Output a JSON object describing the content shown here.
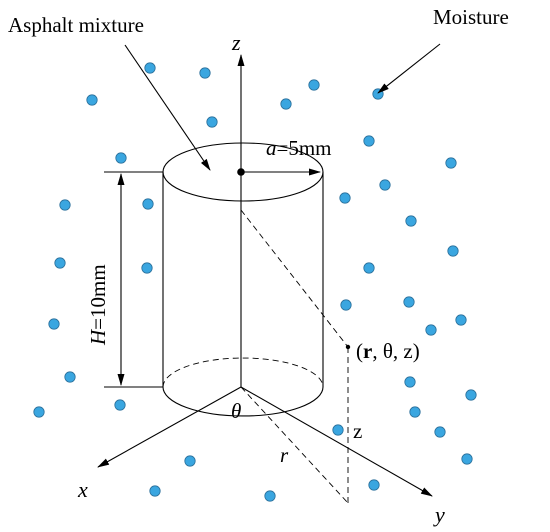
{
  "labels": {
    "asphalt": "Asphalt mixture",
    "moisture": "Moisture",
    "radius_var": "a",
    "radius_val": "=5mm",
    "height_var": "H",
    "height_val": "=10mm",
    "axis_z": "z",
    "axis_x": "x",
    "axis_y": "y",
    "theta": "θ",
    "r": "r",
    "z_measure": "z",
    "point_open": "(",
    "point_r": "r",
    "point_rest": ", θ, z)"
  },
  "colors": {
    "moisture_dot": "#3aa6e0"
  },
  "moisture_dot_count": 37
}
